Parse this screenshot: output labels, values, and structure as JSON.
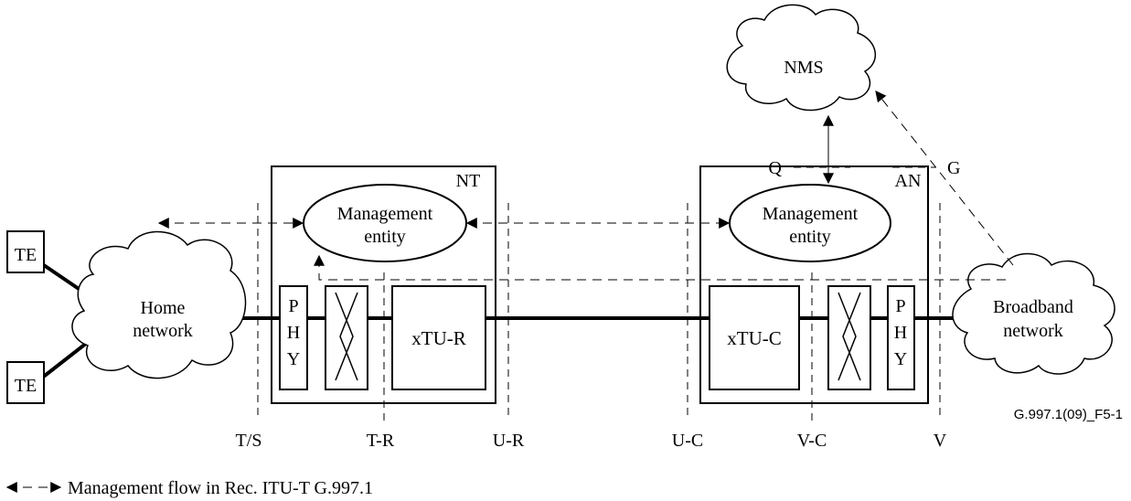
{
  "labels": {
    "te_top": "TE",
    "te_bottom": "TE",
    "home_network_line1": "Home",
    "home_network_line2": "network",
    "nt": "NT",
    "an": "AN",
    "nms": "NMS",
    "mgmt_nt_line1": "Management",
    "mgmt_nt_line2": "entity",
    "mgmt_an_line1": "Management",
    "mgmt_an_line2": "entity",
    "phy_left": [
      "P",
      "H",
      "Y"
    ],
    "phy_right": [
      "P",
      "H",
      "Y"
    ],
    "xtu_r": "xTU-R",
    "xtu_c": "xTU-C",
    "broadband_line1": "Broadband",
    "broadband_line2": "network",
    "q": "Q",
    "g": "G"
  },
  "reference_points": [
    "T/S",
    "T-R",
    "U-R",
    "U-C",
    "V-C",
    "V"
  ],
  "figure_id": "G.997.1(09)_F5-1",
  "legend": "Management flow in Rec. ITU-T G.997.1"
}
